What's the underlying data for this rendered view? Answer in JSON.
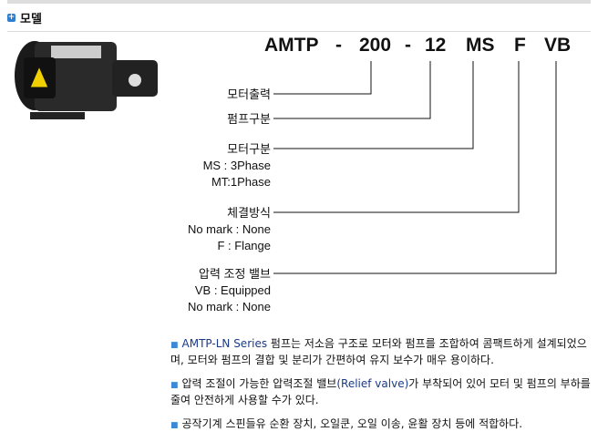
{
  "header": {
    "title": "모델"
  },
  "model_code": {
    "parts": [
      "AMTP",
      "-",
      "200",
      "-",
      "12",
      "MS",
      "F",
      "VB"
    ]
  },
  "labels": [
    {
      "title": "모터출력",
      "lines": []
    },
    {
      "title": "펌프구분",
      "lines": []
    },
    {
      "title": "모터구분",
      "lines": [
        "MS : 3Phase",
        "MT:1Phase"
      ]
    },
    {
      "title": "체결방식",
      "lines": [
        "No mark : None",
        "F : Flange"
      ]
    },
    {
      "title": "압력 조정 밸브",
      "lines": [
        "VB : Equipped",
        "No mark : None"
      ]
    }
  ],
  "description": [
    {
      "highlight": "AMTP-LN Series",
      "text": " 펌프는 저소음 구조로 모터와 펌프를 조합하여 콤팩트하게 설계되었으며, 모터와 펌프의 결합 및 분리가 간편하여 유지 보수가 매우 용이하다."
    },
    {
      "pre": "압력 조절이 가능한 압력조절 밸브",
      "highlight": "(Relief valve)",
      "text": "가 부착되어 있어 모터 및 펌프의 부하를 줄여 안전하게 사용할 수가 있다."
    },
    {
      "text": "공작기계 스핀들유 순환 장치, 오일쿤, 오일 이송, 윤활 장치 등에 적합하다."
    }
  ]
}
